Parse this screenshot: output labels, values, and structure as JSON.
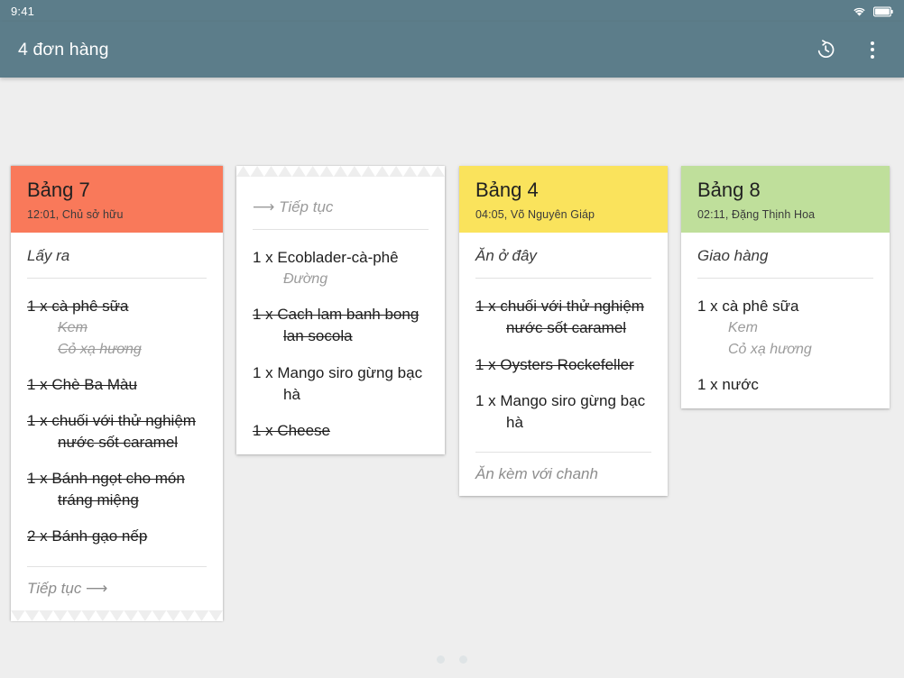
{
  "status_bar": {
    "time": "9:41",
    "wifi_icon": "wifi-icon",
    "battery_icon": "battery-icon"
  },
  "app_bar": {
    "title": "4 đơn hàng",
    "history_icon": "history-restore-icon",
    "overflow_icon": "more-vertical-icon",
    "background_color": "#5c7d8a"
  },
  "pagination": {
    "dots": 2,
    "active_index": 0
  },
  "cards": [
    {
      "title": "Bảng 7",
      "subtitle": "12:01, Chủ sở hữu",
      "header_color": "#f9795a",
      "destination": "Lấy ra",
      "destination_muted": false,
      "torn_top": false,
      "torn_bottom": true,
      "items": [
        {
          "line": "1 x cà phê sữa",
          "struck": true,
          "mods": [
            {
              "text": "Kem",
              "struck": true
            },
            {
              "text": "Cỏ xạ hương",
              "struck": true
            }
          ]
        },
        {
          "line": "1 x Chè Ba Màu",
          "struck": true,
          "mods": []
        },
        {
          "line": "1 x chuối với thử nghiệm nước sốt caramel",
          "struck": true,
          "mods": []
        },
        {
          "line": "1 x Bánh ngọt cho món tráng miệng",
          "struck": true,
          "mods": []
        },
        {
          "line": "2 x Bánh gạo nếp",
          "struck": true,
          "mods": []
        }
      ],
      "footer_note": "Tiếp tục ⟶",
      "continuation_header": null
    },
    {
      "title": null,
      "subtitle": null,
      "header_color": null,
      "destination": null,
      "destination_muted": true,
      "torn_top": true,
      "torn_bottom": false,
      "continuation_header": "⟶ Tiếp tục",
      "items": [
        {
          "line": "1 x Ecoblader-cà-phê",
          "struck": false,
          "mods": [
            {
              "text": "Đường",
              "struck": false
            }
          ]
        },
        {
          "line": "1 x Cach lam banh bong lan socola",
          "struck": true,
          "mods": []
        },
        {
          "line": "1 x Mango siro gừng bạc hà",
          "struck": false,
          "mods": []
        },
        {
          "line": "1 x Cheese",
          "struck": true,
          "mods": []
        }
      ],
      "footer_note": null
    },
    {
      "title": "Bảng 4",
      "subtitle": "04:05, Võ Nguyên Giáp",
      "header_color": "#fae35c",
      "destination": "Ăn ở đây",
      "destination_muted": false,
      "torn_top": false,
      "torn_bottom": false,
      "continuation_header": null,
      "items": [
        {
          "line": "1 x chuối với thử nghiệm nước sốt caramel",
          "struck": true,
          "mods": []
        },
        {
          "line": "1 x Oysters Rockefeller",
          "struck": true,
          "mods": []
        },
        {
          "line": "1 x Mango siro gừng bạc hà",
          "struck": false,
          "mods": []
        }
      ],
      "footer_note": "Ăn kèm với chanh"
    },
    {
      "title": "Bảng 8",
      "subtitle": "02:11, Đặng Thịnh Hoa",
      "header_color": "#bfdf9b",
      "destination": "Giao hàng",
      "destination_muted": false,
      "torn_top": false,
      "torn_bottom": false,
      "continuation_header": null,
      "items": [
        {
          "line": "1 x cà phê sữa",
          "struck": false,
          "mods": [
            {
              "text": "Kem",
              "struck": false
            },
            {
              "text": "Cỏ xạ hương",
              "struck": false
            }
          ]
        },
        {
          "line": "1 x nước",
          "struck": false,
          "mods": []
        }
      ],
      "footer_note": null
    }
  ]
}
